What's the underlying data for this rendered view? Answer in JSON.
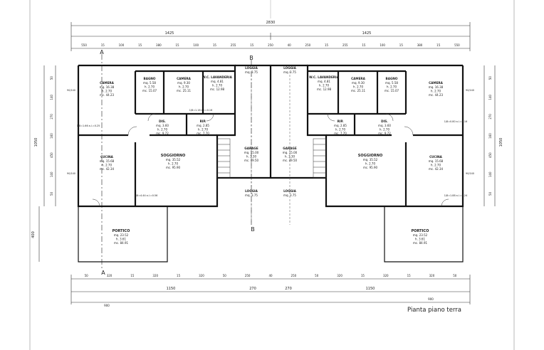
{
  "title": "Pianta piano terra",
  "section_markers": {
    "a": "A",
    "b": "B"
  },
  "dimensions": {
    "total_top": "2830",
    "half_left": "1425",
    "half_right": "1425",
    "top_row": [
      "550",
      "15",
      "100",
      "15",
      "380",
      "15",
      "100",
      "15",
      "255",
      "15",
      "250",
      "40",
      "250",
      "15",
      "255",
      "15",
      "100",
      "15",
      "380",
      "15",
      "550"
    ],
    "bottom_row": [
      "50",
      "320",
      "15",
      "320",
      "15",
      "320",
      "50",
      "250",
      "40",
      "250",
      "50",
      "320",
      "15",
      "320",
      "15",
      "320",
      "50"
    ],
    "bottom_half_left": "1150",
    "bottom_half_right": "1150",
    "bottom_mid_left": "270",
    "bottom_mid_right": "270",
    "bottom_far_left": "900",
    "bottom_far_right": "900",
    "left_side": [
      "50",
      "140",
      "270",
      "160",
      "450",
      "140",
      "50"
    ],
    "left_total": "1050",
    "left_portico": "400",
    "right_side": [
      "50",
      "140",
      "270",
      "160",
      "450",
      "140",
      "50"
    ],
    "right_total": "1050",
    "windows": [
      "90/140",
      "90/140",
      "90/140",
      "90/140"
    ]
  },
  "rooms_left": [
    {
      "name": "CAMERA",
      "lines": [
        "mq. 16.38",
        "h. 2.70",
        "mc. 44.23"
      ]
    },
    {
      "name": "BAGNO",
      "lines": [
        "mq. 5.58",
        "h. 2.70",
        "mc. 15.07"
      ]
    },
    {
      "name": "CAMERA",
      "lines": [
        "mq. 9.30",
        "h. 2.70",
        "mc. 25.11"
      ]
    },
    {
      "name": "W.C. LAVANDERIA",
      "lines": [
        "mq. 4.81",
        "h. 2.70",
        "mc. 12.98"
      ]
    },
    {
      "name": "LOGGIA",
      "lines": [
        "mq. 3.75"
      ]
    },
    {
      "name": "DIS.",
      "lines": [
        "mq. 3.60",
        "h. 2.70",
        "mc. 9.72"
      ]
    },
    {
      "name": "RIP.",
      "lines": [
        "mq. 2.85",
        "h. 2.70",
        "mc. 7.70"
      ]
    },
    {
      "name": "CUCINA",
      "lines": [
        "mq. 15.68",
        "h. 2.70",
        "mc. 42.34"
      ]
    },
    {
      "name": "SOGGIORNO",
      "lines": [
        "mq. 35.52",
        "h. 2.70",
        "mc. 95.90"
      ]
    },
    {
      "name": "GARAGE",
      "lines": [
        "mq. 15.00",
        "h. 3.30",
        "mc. 49.50"
      ]
    },
    {
      "name": "LOGGIA",
      "lines": [
        "mq. 3.75"
      ]
    },
    {
      "name": "PORTICO",
      "lines": [
        "mq. 23.52",
        "h. 3.61",
        "mc. 84.91"
      ]
    }
  ],
  "rooms_right": [
    {
      "name": "CAMERA",
      "lines": [
        "mq. 16.38",
        "h. 2.70",
        "mc. 44.23"
      ]
    },
    {
      "name": "BAGNO",
      "lines": [
        "mq. 5.58",
        "h. 2.70",
        "mc. 15.07"
      ]
    },
    {
      "name": "CAMERA",
      "lines": [
        "mq. 9.30",
        "h. 2.70",
        "mc. 25.11"
      ]
    },
    {
      "name": "W.C. LAVANDERIA",
      "lines": [
        "mq. 4.81",
        "h. 2.70",
        "mc. 12.98"
      ]
    },
    {
      "name": "LOGGIA",
      "lines": [
        "mq. 3.75"
      ]
    },
    {
      "name": "DIS.",
      "lines": [
        "mq. 3.60",
        "h. 2.70",
        "mc. 9.72"
      ]
    },
    {
      "name": "RIP.",
      "lines": [
        "mq. 2.85",
        "h. 2.70",
        "mc. 7.70"
      ]
    },
    {
      "name": "CUCINA",
      "lines": [
        "mq. 15.68",
        "h. 2.70",
        "mc. 42.34"
      ]
    },
    {
      "name": "SOGGIORNO",
      "lines": [
        "mq. 35.52",
        "h. 2.70",
        "mc. 95.90"
      ]
    },
    {
      "name": "GARAGE",
      "lines": [
        "mq. 15.00",
        "h. 3.30",
        "mc. 49.50"
      ]
    },
    {
      "name": "LOGGIA",
      "lines": [
        "mq. 3.75"
      ]
    },
    {
      "name": "PORTICO",
      "lines": [
        "mq. 23.52",
        "h. 3.61",
        "mc. 84.91"
      ]
    }
  ],
  "ratio_notes": [
    "1/8=1.66 a.l.=0.25",
    "1/8=1.16 a.l.=0.16",
    "1/8=4.44 a.l.=0.56",
    "1/8=1.88 a.l.=0.24",
    "1/8=0.80 a.l.=0.16"
  ]
}
